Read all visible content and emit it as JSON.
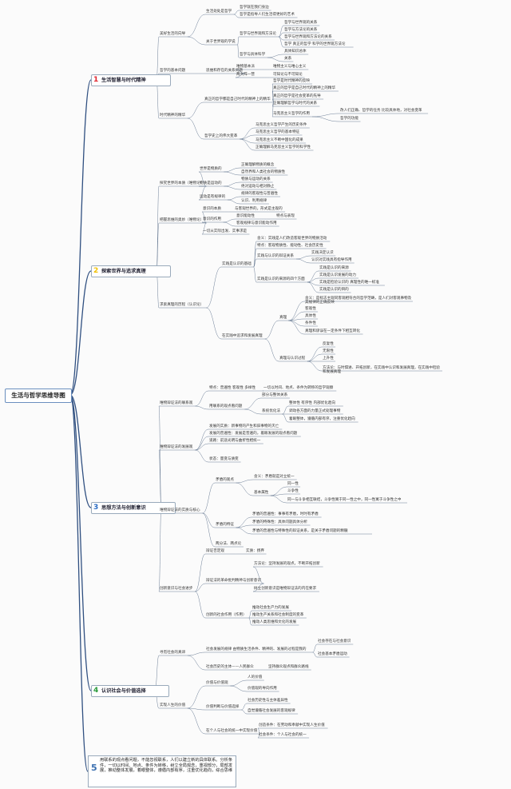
{
  "root": "生活与哲学思维导图",
  "colors": {
    "n1": "#e0242d",
    "n2": "#f0c000",
    "n3": "#2b6cc4",
    "n4": "#2a9a3a",
    "n5": "#2b6cc4",
    "line": "#5b6f8a"
  },
  "main": [
    {
      "num": "1",
      "title": "生活智慧与时代精神"
    },
    {
      "num": "2",
      "title": "探索世界与追求真理"
    },
    {
      "num": "3",
      "title": "思想方法与创新意识"
    },
    {
      "num": "4",
      "title": "认识社会与价值选择"
    },
    {
      "num": "5",
      "text": "用联系的观点看问题，不能忽视联系，人们以建立新的具体联系。分析条件，一切以时间、地点、条件为转移，树立全局观念，重视部分，局部发展，推动整体发展，着眼整体，遵循内部有序，注重优化趋向，综合思维"
    }
  ],
  "labels": {
    "b1_1": "美好生活的向导",
    "b1_1a": "生活处处是哲学",
    "b1_1a1": "哲学就在我们身边",
    "b1_1a2": "哲学是指导人们生活得更好的艺术",
    "b1_1b": "关于世界观的学说",
    "b1_1b1": "哲学与世界观和方法论",
    "b1_1b1a": "哲学与世界观的关系",
    "b1_1b1b": "哲学与方法论的关系",
    "b1_1b1c": "哲学与世界观和方法论的关系",
    "b1_1b1d": "哲学 真正的哲学 科学的世界观方法论",
    "b1_1b2": "哲学与具体科学",
    "b1_1b2a": "具体知识总体",
    "b1_1b2b": "关系",
    "b1_2": "哲学的基本问题",
    "b1_2a": "思维和存在的关系问题",
    "b1_2a1": "唯物基本派",
    "b1_2a1a": "唯物主义与唯心主义",
    "b1_2a2": "两大阵一营",
    "b1_2a2a": "可知论与不可知论",
    "b1_3": "时代精神的精华",
    "b1_3a": "真正的哲学都是自己时代的精神上的精华",
    "b1_3a1": "哲学是时代精神的反映",
    "b1_3a2": "真正的哲学是自己时代的精神上的精华",
    "b1_3a3": "真正的哲学是社会变革的先导",
    "b1_3a4": "正确理解哲学与时代的关系",
    "b1_3a5": "马克思主义哲学的作用",
    "b1_3a5a": "改人们正确、哲学的任务 比较具体地，对社会变革",
    "b1_3a5b": "哲学的功能",
    "b1_3b": "哲学史上的伟大变革",
    "b1_3b1": "马克思主义哲学产生的历史条件",
    "b1_3b2": "马克思主义哲学的基本特征",
    "b1_3b3": "马克思主义不断中国化的成果",
    "b1_3b4": "正确理解马克思主义哲学的科学性",
    "b2_1": "探究世界的本质（唯物论）",
    "b2_1a": "世界是物质的",
    "b2_1a1": "正确理解物质的概念",
    "b2_1a2": "自然界和人类社会的物质性",
    "b2_1b": "物质是运动的",
    "b2_1b1": "物质与运动的关系",
    "b2_1b2": "绝对运动与相对静止",
    "b2_1c": "运动是有规律的",
    "b2_1c1": "规律的客观性与普遍性",
    "b2_1c2": "认识、利用规律",
    "b2_2": "把握思维的奥妙（唯物论）",
    "b2_2a": "意识的本质",
    "b2_2a1": "与客观世界的，形式是主观的",
    "b2_2b": "意识的作用",
    "b2_2b1": "意识能动性",
    "b2_2b1a": "特点与表现",
    "b2_2b2": "客观规律与意识能动作用",
    "b2_2c": "一切从实际出发、实事求是",
    "b2_3": "求索真理的历程（认识论）",
    "b2_3a": "实践是认识的基础",
    "b2_3a1": "含义：实践是人们改造客观世界的物质活动",
    "b2_3a2": "特点：客观物质性、能动性、社会历史性",
    "b2_3a3": "实践与认识的辩证关系",
    "b2_3a3a": "实践决定认识",
    "b2_3a3b": "认识对实践具有指导作用",
    "b2_3a4": "实践是认识的来源的四个方面",
    "b2_3a4a": "实践是认识的来源",
    "b2_3a4b": "实践是认识发展的动力",
    "b2_3a4c": "实践是检验认识的 真理性的唯一标准",
    "b2_3a4d": "实践是认识的目的",
    "b2_3b": "在实践中追求和发展真理",
    "b2_3b1": "真理",
    "b2_3b1a": "含义：是标志主观同客观相符合的哲学范畴，是人们对客观事物及其规律的正确反映",
    "b2_3b1b": "客观性",
    "b2_3b1c": "具体性",
    "b2_3b1d": "条件性",
    "b2_3b1e": "真理和谬误在一定条件下相互转化",
    "b2_3b2": "真理与认识过程",
    "b2_3b2a": "反复性",
    "b2_3b2b": "无限性",
    "b2_3b2c": "上升性",
    "b2_3b2d": "方法论：与时俱进、开拓创新，在实践中认识和发展真理，在实践中检验和发展真理",
    "b3_1": "唯物辩证法的联系观",
    "b3_1a": "特点：普遍性 客观性 多样性",
    "b3_1a1": "一切以时间、地点、条件为转移的哲学观察",
    "b3_1b": "用联系的观点看问题",
    "b3_1b1": "部分与整体关系",
    "b3_1b2": "系统优化法",
    "b3_1b2a": "整体性 有序性 内部优化趋向",
    "b3_1b2b": "调动各方面的力量正式处理事物",
    "b3_1b2c": "着眼整体，遵循内部有序，注重优化趋向",
    "b3_2": "唯物辩证法的发展观",
    "b3_2a": "发展的实质：新事物的产生和旧事物的灭亡",
    "b3_2b": "发展的普遍性：发展是普遍的，着眼发展的观点看问题",
    "b3_2c": "道路：前途光明与曲折性相统一",
    "b3_2d": "状态：量变与质变",
    "b3_3": "唯物辩证法的实质与核心",
    "b3_3a": "矛盾的观点",
    "b3_3a1": "含义：矛盾就是对立统一",
    "b3_3a2": "基本属性",
    "b3_3a2a": "同一性",
    "b3_3a2b": "斗争性",
    "b3_3a2c": "同一与斗争相互联结，斗争性寓于同一性之中，同一性寓于斗争性之中",
    "b3_3b": "矛盾的特征",
    "b3_3b1": "矛盾的普遍性：事事有矛盾，时时有矛盾",
    "b3_3b2": "矛盾的特殊性：具体问题具体分析",
    "b3_3b3": "矛盾的普遍性与特殊性的辩证关系，是关于矛盾问题的精髓",
    "b3_3c": "两分法、两点论",
    "b3_4": "创新意识与社会进步",
    "b3_4a": "辩证否定观",
    "b3_4a1": "实质：扬弃",
    "b3_4b": "辩证法的革命批判精神与创新意识",
    "b3_4b1": "方法论：坚持发展的观点，不断开拓创新",
    "b3_4b2": "树立创新意识是唯物辩证法的内在要求",
    "b3_4c": "创新的社会作用（作用）",
    "b3_4c1": "推动社会生产力的发展",
    "b3_4c2": "推动生产关系和社会制度的变革",
    "b3_4c3": "推动人类思维和文化的发展",
    "b4_1": "寻觅社会的真谛",
    "b4_1a": "社会发展的规律 由物质生活条件、精神的、发展的过程是我的",
    "b4_1a1": "社会存在与社会意识",
    "b4_1a2": "社会基本矛盾运动",
    "b4_1b": "社会历史的主体——人民群众",
    "b4_1b1": "坚持群众观点和群众路线",
    "b4_2": "实现人生的价值",
    "b4_2a": "价值与价值观",
    "b4_2a1": "人的价值",
    "b4_2a2": "价值观的导向作用",
    "b4_2b": "价值判断与价值选择",
    "b4_2b1": "社会历史性与主体差异性",
    "b4_2b2": "自觉遵循社会发展的客观规律",
    "b4_2c": "在个人与社会的统一中实现价值",
    "b4_2c1": "创造条件：在劳动和奉献中实现人生价值",
    "b4_2c2": "社会条件：个人与社会的统一"
  }
}
